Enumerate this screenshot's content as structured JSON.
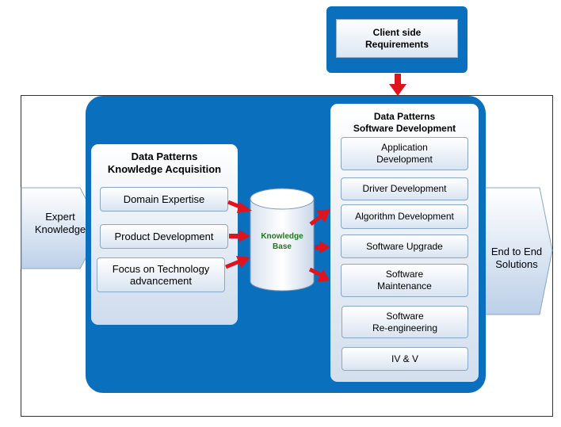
{
  "client": {
    "label": "Client side\nRequirements"
  },
  "input": {
    "label": "Expert\nKnowledge"
  },
  "output": {
    "label": "End to End\nSolutions"
  },
  "knowledge_acquisition": {
    "title": "Data Patterns\nKnowledge Acquisition",
    "items": [
      "Domain Expertise",
      "Product Development",
      "Focus on Technology\nadvancement"
    ]
  },
  "knowledge_base": {
    "label": "Knowledge\nBase"
  },
  "software_development": {
    "title": "Data Patterns\nSoftware Development",
    "items": [
      "Application\nDevelopment",
      "Driver Development",
      "Algorithm Development",
      "Software Upgrade",
      "Software\nMaintenance",
      "Software\nRe-engineering",
      "IV & V"
    ]
  },
  "colors": {
    "panel_blue": "#0a6fbd",
    "arrow_red": "#e0141e",
    "kb_text_green": "#1a7a1a"
  }
}
